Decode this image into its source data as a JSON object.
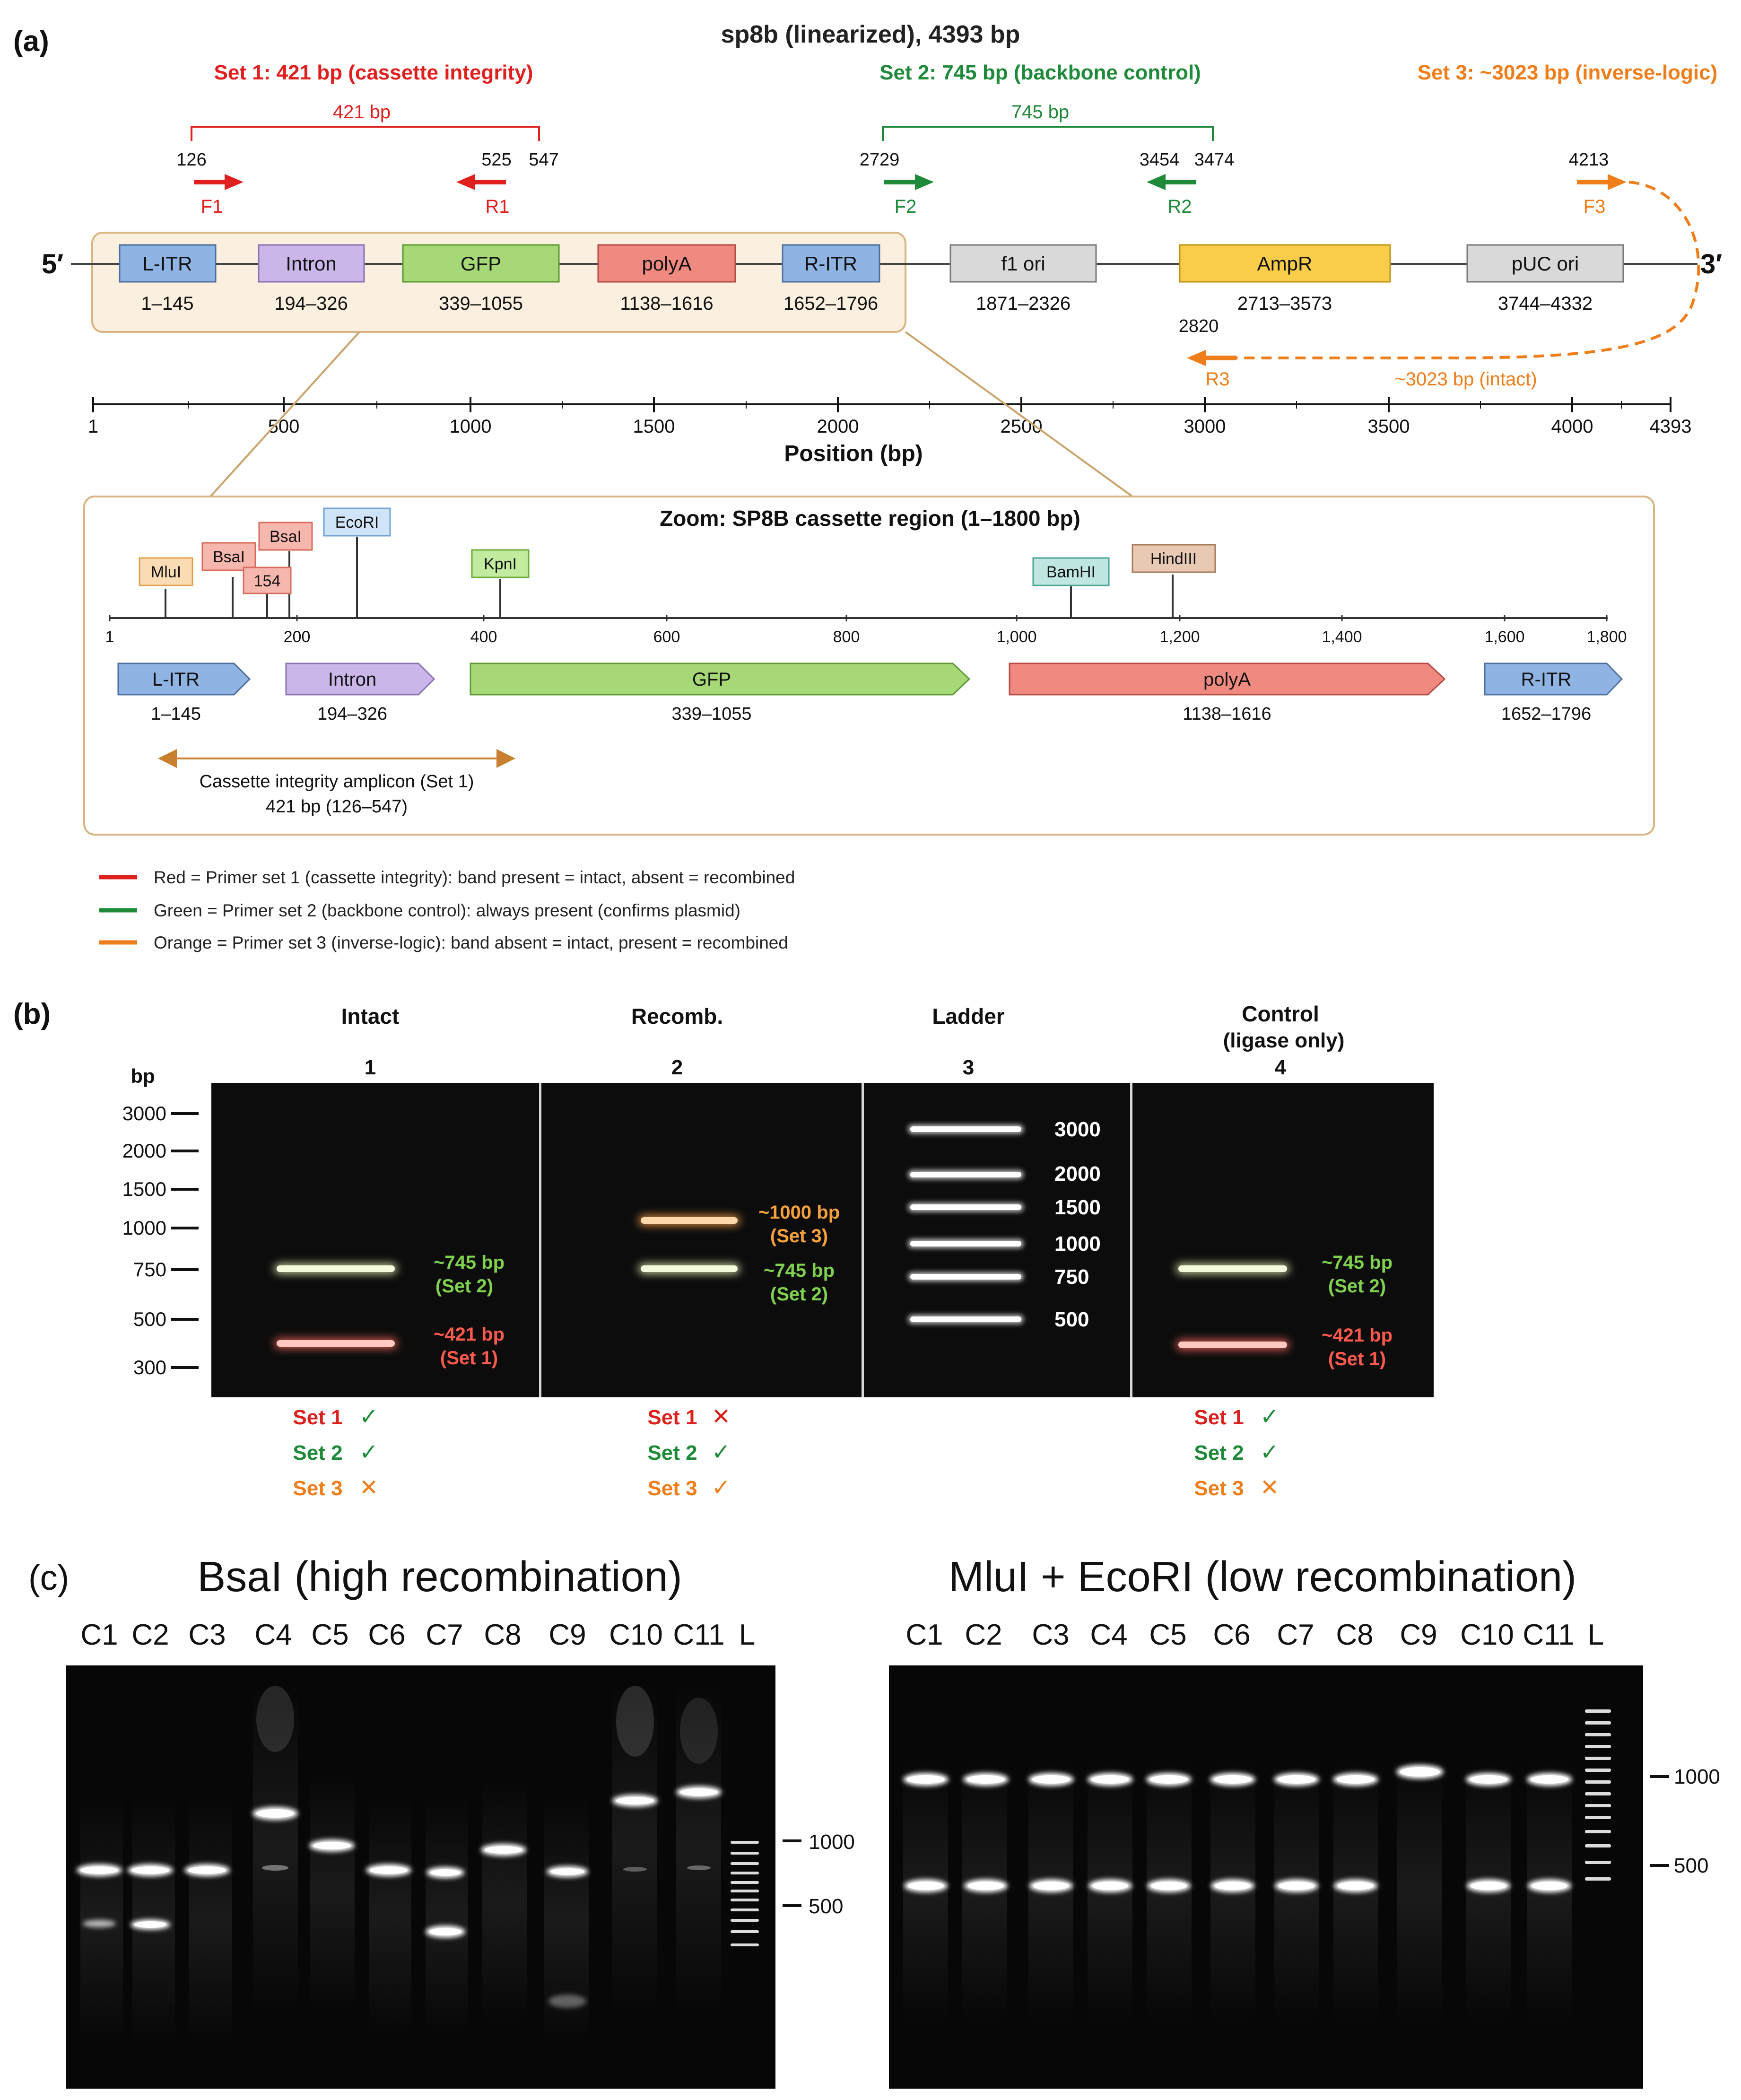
{
  "panel_a": {
    "label": "(a)",
    "title": "sp8b (linearized), 4393 bp",
    "end5": "5′",
    "end3": "3′",
    "sets": [
      {
        "header": "Set 1: 421 bp (cassette integrity)",
        "amplicon": "421 bp",
        "fwd_pos": "126",
        "rev_pos1": "525",
        "rev_pos2": "547",
        "fwd": "F1",
        "rev": "R1",
        "color": "#e0201e"
      },
      {
        "header": "Set 2: 745 bp (backbone control)",
        "amplicon": "745 bp",
        "fwd_pos": "2729",
        "rev_pos1": "3454",
        "rev_pos2": "3474",
        "fwd": "F2",
        "rev": "R2",
        "color": "#1f8a3a"
      },
      {
        "header": "Set 3: ~3023 bp (inverse-logic)",
        "amplicon": "~3023 bp (intact)",
        "fwd_pos": "4213",
        "rev_pos1": "2820",
        "fwd": "F3",
        "rev": "R3",
        "color": "#ef7d1a"
      }
    ],
    "features": [
      {
        "name": "L-ITR",
        "range": "1–145",
        "color": "#8fb3e3"
      },
      {
        "name": "Intron",
        "range": "194–326",
        "color": "#cbb6ea"
      },
      {
        "name": "GFP",
        "range": "339–1055",
        "color": "#a6d877"
      },
      {
        "name": "polyA",
        "range": "1138–1616",
        "color": "#f08a80"
      },
      {
        "name": "R-ITR",
        "range": "1652–1796",
        "color": "#8fb3e3"
      },
      {
        "name": "f1 ori",
        "range": "1871–2326",
        "color": "#d9d9d9"
      },
      {
        "name": "AmpR",
        "range": "2713–3573",
        "color": "#f9cc4a"
      },
      {
        "name": "pUC ori",
        "range": "3744–4332",
        "color": "#d9d9d9"
      }
    ],
    "axis": {
      "ticks": [
        "1",
        "500",
        "1000",
        "1500",
        "2000",
        "2500",
        "3000",
        "3500",
        "4000",
        "4393"
      ],
      "label": "Position (bp)"
    },
    "zoom": {
      "title": "Zoom: SP8B cassette region (1–1800 bp)",
      "ticks": [
        "1",
        "200",
        "400",
        "600",
        "800",
        "1,000",
        "1,200",
        "1,400",
        "1,600",
        "1,800"
      ],
      "sites": [
        "MluI",
        "BsaI",
        "154",
        "BsaI",
        "EcoRI",
        "KpnI",
        "BamHI",
        "HindIII"
      ],
      "features": [
        {
          "name": "L-ITR",
          "range": "1–145"
        },
        {
          "name": "Intron",
          "range": "194–326"
        },
        {
          "name": "GFP",
          "range": "339–1055"
        },
        {
          "name": "polyA",
          "range": "1138–1616"
        },
        {
          "name": "R-ITR",
          "range": "1652–1796"
        }
      ],
      "amplicon_label1": "Cassette integrity amplicon (Set 1)",
      "amplicon_label2": "421 bp (126–547)"
    },
    "legend": [
      "Red = Primer set 1 (cassette integrity): band present = intact, absent = recombined",
      "Green = Primer set 2 (backbone control): always present (confirms plasmid)",
      "Orange = Primer set 3 (inverse-logic): band absent = intact, present = recombined"
    ]
  },
  "panel_b": {
    "label": "(b)",
    "bp_label": "bp",
    "markers": [
      "3000",
      "2000",
      "1500",
      "1000",
      "750",
      "500",
      "300"
    ],
    "lanes": [
      {
        "title": "Intact",
        "subtitle": "",
        "number": "1"
      },
      {
        "title": "Recomb.",
        "subtitle": "",
        "number": "2"
      },
      {
        "title": "Ladder",
        "subtitle": "",
        "number": "3"
      },
      {
        "title": "Control",
        "subtitle": "(ligase only)",
        "number": "4"
      }
    ],
    "band_labels": {
      "l1_745a": "~745 bp",
      "l1_745b": "(Set 2)",
      "l1_421a": "~421 bp",
      "l1_421b": "(Set 1)",
      "l2_1000a": "~1000 bp",
      "l2_1000b": "(Set 3)",
      "l2_745a": "~745 bp",
      "l2_745b": "(Set 2)",
      "l4_745a": "~745 bp",
      "l4_745b": "(Set 2)",
      "l4_421a": "~421 bp",
      "l4_421b": "(Set 1)"
    },
    "ladder": [
      "3000",
      "2000",
      "1500",
      "1000",
      "750",
      "500"
    ],
    "results": {
      "set1": "Set 1",
      "set2": "Set 2",
      "set3": "Set 3",
      "check": "✓",
      "cross": "✕"
    }
  },
  "panel_c": {
    "label": "(c)",
    "gel1": {
      "title": "BsaI (high recombination)",
      "lanes": [
        "C1",
        "C2",
        "C3",
        "C4",
        "C5",
        "C6",
        "C7",
        "C8",
        "C9",
        "C10",
        "C11",
        "L"
      ],
      "markers": [
        "1000",
        "500"
      ]
    },
    "gel2": {
      "title": "MluI + EcoRI (low recombination)",
      "lanes": [
        "C1",
        "C2",
        "C3",
        "C4",
        "C5",
        "C6",
        "C7",
        "C8",
        "C9",
        "C10",
        "C11",
        "L"
      ],
      "markers": [
        "1000",
        "500"
      ]
    }
  }
}
